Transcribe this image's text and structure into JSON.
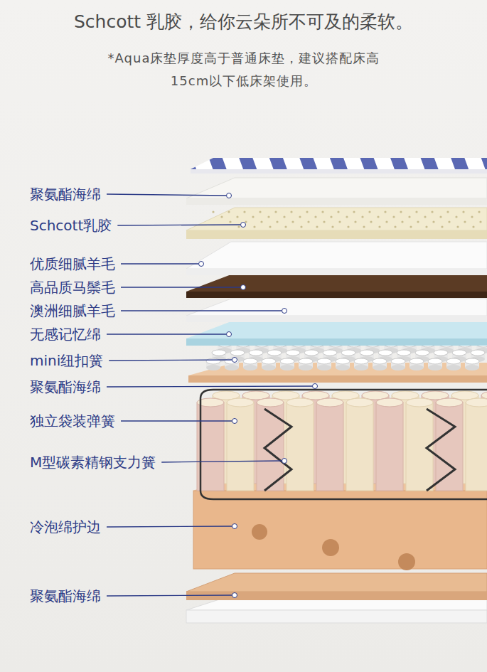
{
  "diagram": {
    "title": "Schcott 乳胶，给你云朵所不可及的柔软。",
    "labels": [
      "*Aqua床垫厚度高于普通床垫，建议搭配床高15cm以下低床架使用。",
      "聚氨酯海绵",
      "Schcott乳胶",
      "优质细腻羊毛",
      "高品质马鬃毛",
      "澳洲细腻羊毛",
      "无感记忆绵",
      "mini纽扣簧",
      "聚氨酯海绵",
      "独立袋装弹簧",
      "M型碳素精钢支力簧",
      "冷泡绵护边",
      "聚氨酯海绵"
    ]
  }
}
